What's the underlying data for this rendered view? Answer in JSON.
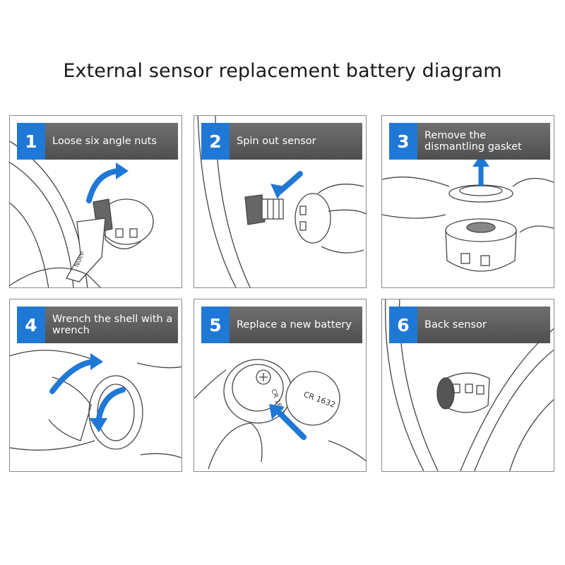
{
  "title": "External sensor replacement battery diagram",
  "steps": [
    {
      "number": "1",
      "label": "Loose six angle nuts"
    },
    {
      "number": "2",
      "label": "Spin out sensor"
    },
    {
      "number": "3",
      "label": "Remove the dismantling gasket"
    },
    {
      "number": "4",
      "label": "Wrench the shell with a wrench"
    },
    {
      "number": "5",
      "label": "Replace a new battery"
    },
    {
      "number": "6",
      "label": "Back sensor"
    }
  ],
  "battery_text": "CR 1632",
  "colors": {
    "accent": "#1f78d6",
    "banner": "#5a5a5a",
    "arrow": "#1f78d6"
  }
}
